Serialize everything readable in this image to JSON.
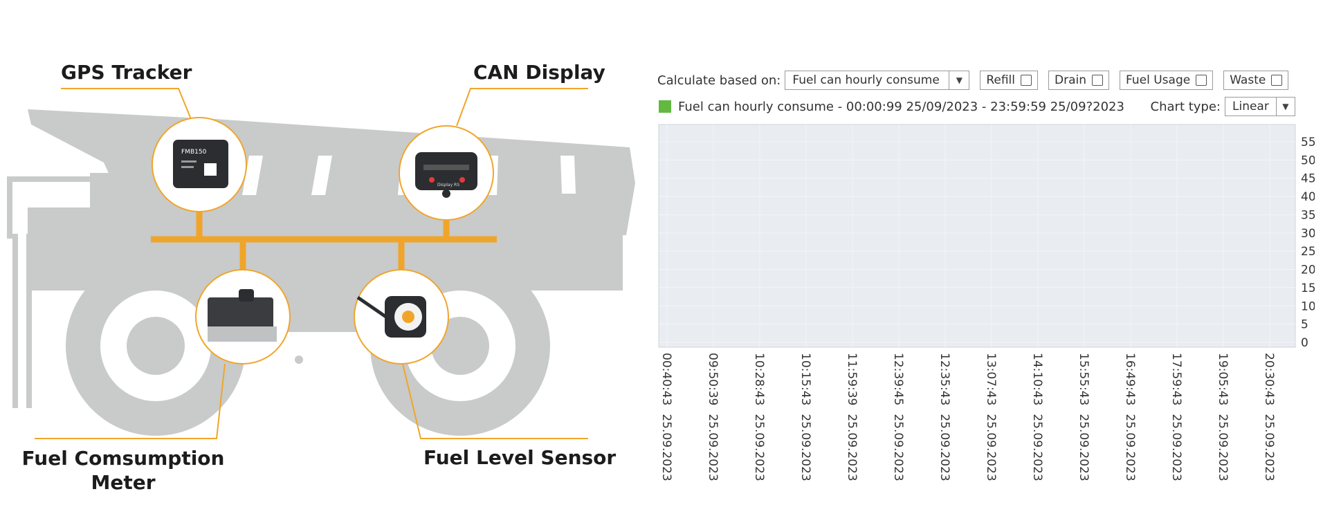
{
  "illustration": {
    "labels": {
      "gps_tracker": "GPS Tracker",
      "can_display": "CAN Display",
      "fuel_meter_line1": "Fuel Comsumption",
      "fuel_meter_line2": "Meter",
      "fuel_level_sensor": "Fuel Level Sensor"
    },
    "device_text": {
      "gps_model": "FMB150",
      "can_display_name": "Display RS"
    },
    "colors": {
      "accent": "#f0a52a",
      "truck": "#c9caca",
      "wheel_inner": "#ffffff"
    }
  },
  "controls": {
    "calculate_label": "Calculate based on:",
    "calculate_value": "Fuel can hourly consume",
    "checkboxes": [
      {
        "label": "Refill",
        "checked": false
      },
      {
        "label": "Drain",
        "checked": false
      },
      {
        "label": "Fuel Usage",
        "checked": false
      },
      {
        "label": "Waste",
        "checked": false
      }
    ],
    "chart_type_label": "Chart type:",
    "chart_type_value": "Linear"
  },
  "legend": {
    "text": "Fuel can hourly consume - 00:00:99 25/09/2023  -  23:59:59 25/09?2023",
    "color": "#62b840"
  },
  "chart_data": {
    "type": "line",
    "series": [
      {
        "values": []
      }
    ],
    "ylim": [
      0,
      55
    ],
    "y_ticks": [
      "0",
      "5",
      "10",
      "15",
      "20",
      "25",
      "30",
      "35",
      "40",
      "45",
      "50",
      "55"
    ],
    "x_ticks": [
      [
        "00:40:43",
        "25.09.2023"
      ],
      [
        "09:50:39",
        "25.09.2023"
      ],
      [
        "10:28:43",
        "25.09.2023"
      ],
      [
        "10:15:43",
        "25.09.2023"
      ],
      [
        "11:59:39",
        "25.09.2023"
      ],
      [
        "12:39:45",
        "25.09.2023"
      ],
      [
        "12:35:43",
        "25.09.2023"
      ],
      [
        "13:07:43",
        "25.09.2023"
      ],
      [
        "14:10:43",
        "25.09.2023"
      ],
      [
        "15:55:43",
        "25.09.2023"
      ],
      [
        "16:49:43",
        "25.09.2023"
      ],
      [
        "17:59:43",
        "25.09.2023"
      ],
      [
        "19:05:43",
        "25.09.2023"
      ],
      [
        "20:30:43",
        "25.09.2023"
      ]
    ],
    "plot_background": "#e9ecf1",
    "grid": true
  }
}
